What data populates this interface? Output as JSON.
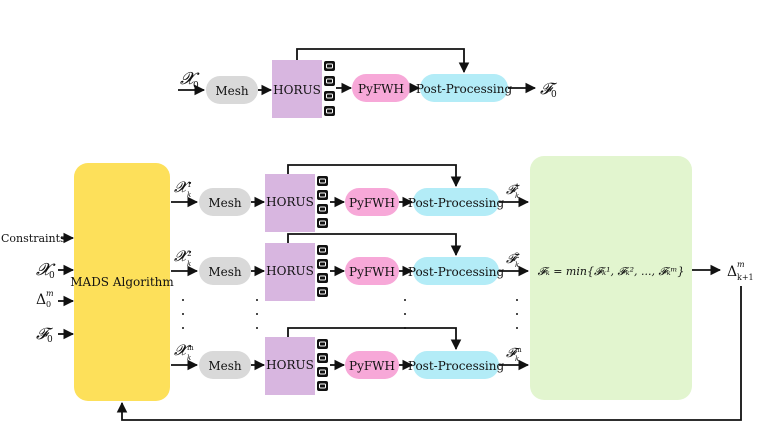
{
  "top": {
    "input": "𝓧",
    "input_sub": "0",
    "mesh": "Mesh",
    "horus": "HORUS",
    "pyfwh": "PyFWH",
    "post": "Post-Processing",
    "output": "𝓕",
    "output_sub": "0"
  },
  "inputs": {
    "constraints": "Constraints",
    "x0": "𝓧",
    "x0_sub": "0",
    "delta": "Δ",
    "delta_sub": "0",
    "delta_sup": "m",
    "f0": "𝓕",
    "f0_sub": "0"
  },
  "mads": {
    "label": "MADS Algorithm"
  },
  "rows": [
    {
      "x": "𝓧",
      "x_sub": "k",
      "x_sup": "1",
      "mesh": "Mesh",
      "horus": "HORUS",
      "pyfwh": "PyFWH",
      "post": "Post-Processing",
      "f": "𝓕",
      "f_sub": "k",
      "f_sup": "1"
    },
    {
      "x": "𝓧",
      "x_sub": "k",
      "x_sup": "2",
      "mesh": "Mesh",
      "horus": "HORUS",
      "pyfwh": "PyFWH",
      "post": "Post-Processing",
      "f": "𝓕",
      "f_sub": "k",
      "f_sup": "2"
    },
    {
      "x": "𝓧",
      "x_sub": "k",
      "x_sup": "m",
      "mesh": "Mesh",
      "horus": "HORUS",
      "pyfwh": "PyFWH",
      "post": "Post-Processing",
      "f": "𝓕",
      "f_sub": "k",
      "f_sup": "m"
    }
  ],
  "result": {
    "formula": "𝓕ₖ = min{𝓕ₖ¹, 𝓕ₖ², ..., 𝓕ₖᵐ}"
  },
  "output": {
    "delta": "Δ",
    "delta_sub": "k+1",
    "delta_sup": "m"
  },
  "colors": {
    "mads": "#fde05a",
    "mesh": "#d9d9d9",
    "horus": "#d8b6e0",
    "pyfwh": "#f7a8d8",
    "post": "#b3ecf7",
    "result": "#e2f5cf"
  }
}
